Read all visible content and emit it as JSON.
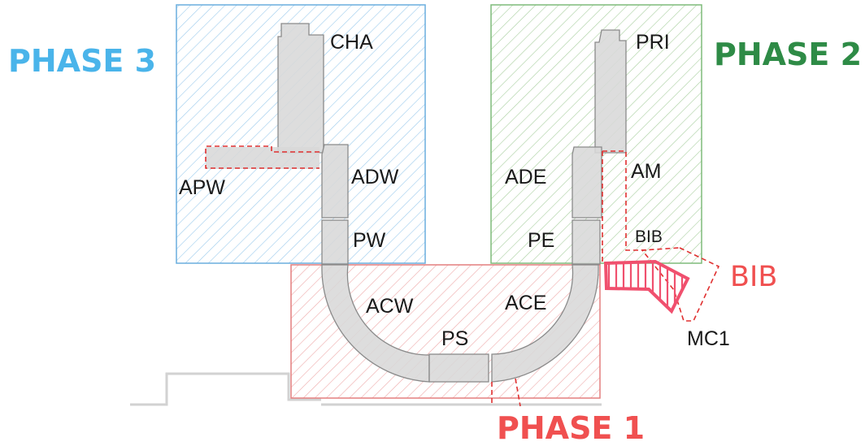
{
  "phases": {
    "phase1": {
      "label": "PHASE 1",
      "color": "#f05050"
    },
    "phase2": {
      "label": "PHASE 2",
      "color": "#2e8b46"
    },
    "phase3": {
      "label": "PHASE 3",
      "color": "#4ab4ea"
    }
  },
  "buildings": {
    "cha": "CHA",
    "pri": "PRI",
    "apw": "APW",
    "adw": "ADW",
    "ade": "ADE",
    "am": "AM",
    "pw": "PW",
    "pe": "PE",
    "bib_small": "BIB",
    "bib_large": "BIB",
    "acw": "ACW",
    "ace": "ACE",
    "ps": "PS",
    "mc1": "MC1"
  },
  "colors": {
    "building_fill": "#dcdcdc",
    "building_stroke": "#8a8a8a",
    "dashed_outline": "#e03030",
    "bib_highlight": "#f0506e"
  }
}
